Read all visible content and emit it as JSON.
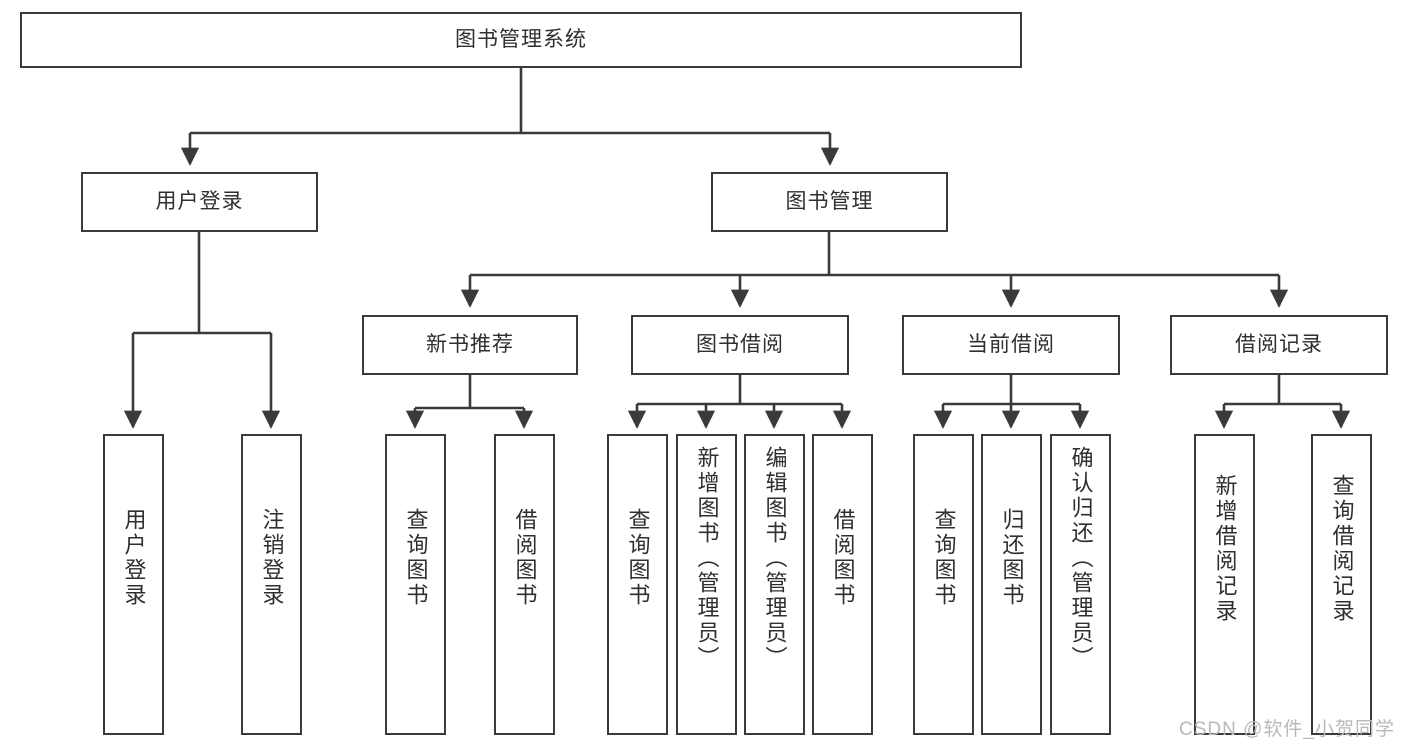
{
  "diagram": {
    "type": "tree-hierarchy",
    "title": "图书管理系统",
    "root": {
      "label": "图书管理系统"
    },
    "level2": [
      {
        "label": "用户登录"
      },
      {
        "label": "图书管理"
      }
    ],
    "level3": [
      {
        "label": "新书推荐"
      },
      {
        "label": "图书借阅"
      },
      {
        "label": "当前借阅"
      },
      {
        "label": "借阅记录"
      }
    ],
    "leaves": {
      "user_login": [
        {
          "label": "用户登录"
        },
        {
          "label": "注销登录"
        }
      ],
      "new_book_recommend": [
        {
          "label": "查询图书"
        },
        {
          "label": "借阅图书"
        }
      ],
      "book_borrow": [
        {
          "label": "查询图书"
        },
        {
          "label": "新增图书（管理员）"
        },
        {
          "label": "编辑图书（管理员）"
        },
        {
          "label": "借阅图书"
        }
      ],
      "current_borrow": [
        {
          "label": "查询图书"
        },
        {
          "label": "归还图书"
        },
        {
          "label": "确认归还（管理员）"
        }
      ],
      "borrow_record": [
        {
          "label": "新增借阅记录"
        },
        {
          "label": "查询借阅记录"
        }
      ]
    }
  },
  "watermark": {
    "text": "CSDN @软件_小贺同学"
  },
  "colors": {
    "box_border": "#3a3a3a",
    "text": "#2f2f2f",
    "connector": "#3a3a3a",
    "background": "#ffffff",
    "watermark": "#b9b9b9"
  }
}
